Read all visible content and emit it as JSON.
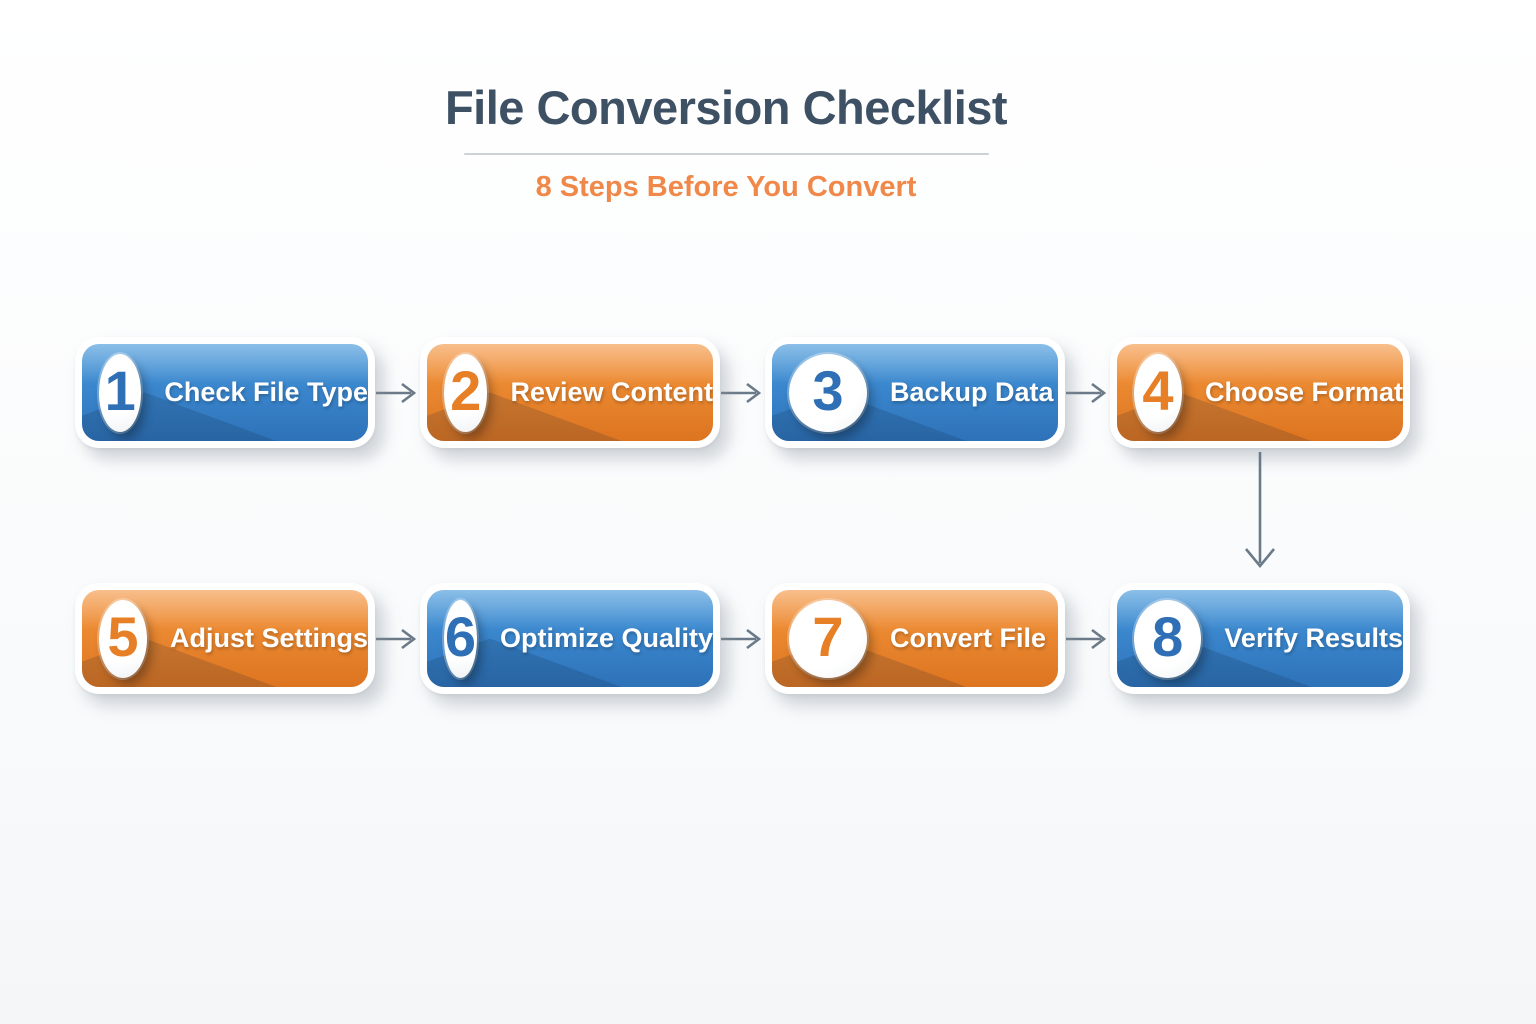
{
  "page": {
    "title": "File Conversion Checklist",
    "subtitle": "8 Steps Before You Convert"
  },
  "colors": {
    "background": "#fbfcfd",
    "title_text": "#3e5063",
    "subtitle_text": "#f0884a",
    "blue": "#3a86cd",
    "blue_light": "#54a0dd",
    "blue_dark": "#2e72b8",
    "blue_number": "#2e6fb5",
    "orange": "#ea8830",
    "orange_light": "#f5a054",
    "orange_dark": "#dd7420",
    "orange_number": "#e77f27",
    "arrow": "#6b7a88"
  },
  "steps": [
    {
      "number": "1",
      "label": "Check File Type",
      "color": "blue"
    },
    {
      "number": "2",
      "label": "Review Content",
      "color": "orange"
    },
    {
      "number": "3",
      "label": "Backup Data",
      "color": "blue"
    },
    {
      "number": "4",
      "label": "Choose Format",
      "color": "orange"
    },
    {
      "number": "5",
      "label": "Adjust Settings",
      "color": "orange"
    },
    {
      "number": "6",
      "label": "Optimize Quality",
      "color": "blue"
    },
    {
      "number": "7",
      "label": "Convert File",
      "color": "orange"
    },
    {
      "number": "8",
      "label": "Verify Results",
      "color": "blue"
    }
  ],
  "flow": {
    "row1": [
      "1-2",
      "2-3",
      "3-4"
    ],
    "row2": [
      "5-6",
      "6-7",
      "7-8"
    ],
    "vertical": "4-8"
  }
}
